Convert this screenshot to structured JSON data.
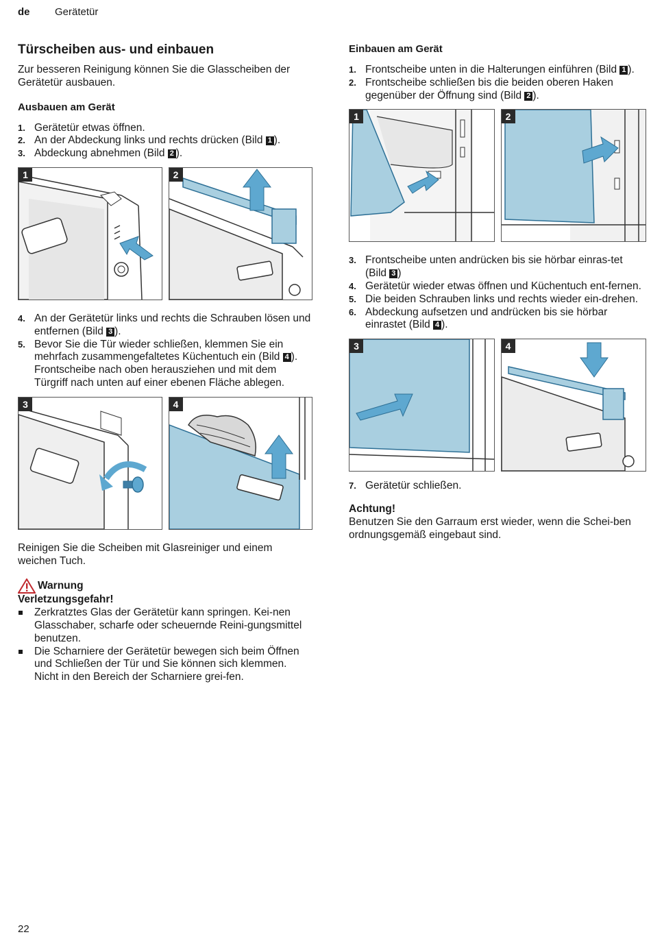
{
  "header": {
    "lang": "de",
    "title": "Gerätetür"
  },
  "page_number": "22",
  "left": {
    "title": "Türscheiben aus- und einbauen",
    "intro": "Zur besseren Reinigung können Sie die Glasscheiben der Gerätetür ausbauen.",
    "section_title": "Ausbauen am Gerät",
    "steps1": [
      {
        "num": "1.",
        "text": "Gerätetür etwas öffnen."
      },
      {
        "num": "2.",
        "pre": "An der Abdeckung links und rechts drücken (Bild ",
        "ref": "1",
        "post": ")."
      },
      {
        "num": "3.",
        "pre": "Abdeckung abnehmen (Bild ",
        "ref": "2",
        "post": ")."
      }
    ],
    "fig_labels_a": [
      "1",
      "2"
    ],
    "steps2": [
      {
        "num": "4.",
        "pre": "An der Gerätetür links und rechts die Schrauben lösen und entfernen (Bild ",
        "ref": "3",
        "post": ")."
      },
      {
        "num": "5.",
        "pre": "Bevor Sie die Tür wieder schließen, klemmen Sie ein mehrfach zusammengefaltetes Küchentuch ein (Bild ",
        "ref": "4",
        "post": ").",
        "extra": "Frontscheibe nach oben herausziehen und mit dem Türgriff nach unten auf einer ebenen Fläche ablegen."
      }
    ],
    "fig_labels_b": [
      "3",
      "4"
    ],
    "cleaning_note": "Reinigen Sie die Scheiben mit Glasreiniger und einem weichen Tuch.",
    "warning": {
      "title": "Warnung",
      "subtitle": "Verletzungsgefahr!",
      "items": [
        "Zerkratztes Glas der Gerätetür kann springen. Kei-nen Glasschaber, scharfe oder scheuernde Reini-gungsmittel benutzen.",
        "Die Scharniere der Gerätetür bewegen sich beim Öffnen und Schließen der Tür und Sie können sich klemmen. Nicht in den Bereich der Scharniere grei-fen."
      ]
    }
  },
  "right": {
    "section_title": "Einbauen am Gerät",
    "steps1": [
      {
        "num": "1.",
        "pre": "Frontscheibe unten in die Halterungen einführen (Bild ",
        "ref": "1",
        "post": ")."
      },
      {
        "num": "2.",
        "pre": "Frontscheibe schließen bis die beiden oberen Haken gegenüber der Öffnung sind (Bild ",
        "ref": "2",
        "post": ")."
      }
    ],
    "fig_labels_a": [
      "1",
      "2"
    ],
    "steps2": [
      {
        "num": "3.",
        "pre": "Frontscheibe unten andrücken bis sie hörbar einras-tet (Bild ",
        "ref": "3",
        "post": ")"
      },
      {
        "num": "4.",
        "text": "Gerätetür wieder etwas öffnen und Küchentuch ent-fernen."
      },
      {
        "num": "5.",
        "text": "Die beiden Schrauben links und rechts wieder ein-drehen."
      },
      {
        "num": "6.",
        "pre": "Abdeckung aufsetzen und andrücken bis sie hörbar einrastet (Bild ",
        "ref": "4",
        "post": ")."
      }
    ],
    "fig_labels_b": [
      "3",
      "4"
    ],
    "steps3": [
      {
        "num": "7.",
        "text": "Gerätetür schließen."
      }
    ],
    "attention": {
      "title": "Achtung!",
      "text": "Benutzen Sie den Garraum erst wieder, wenn die Schei-ben ordnungsgemäß eingebaut sind."
    }
  },
  "colors": {
    "glass": "#a9cfe0",
    "arrow": "#5ea8d0",
    "line": "#333333"
  }
}
